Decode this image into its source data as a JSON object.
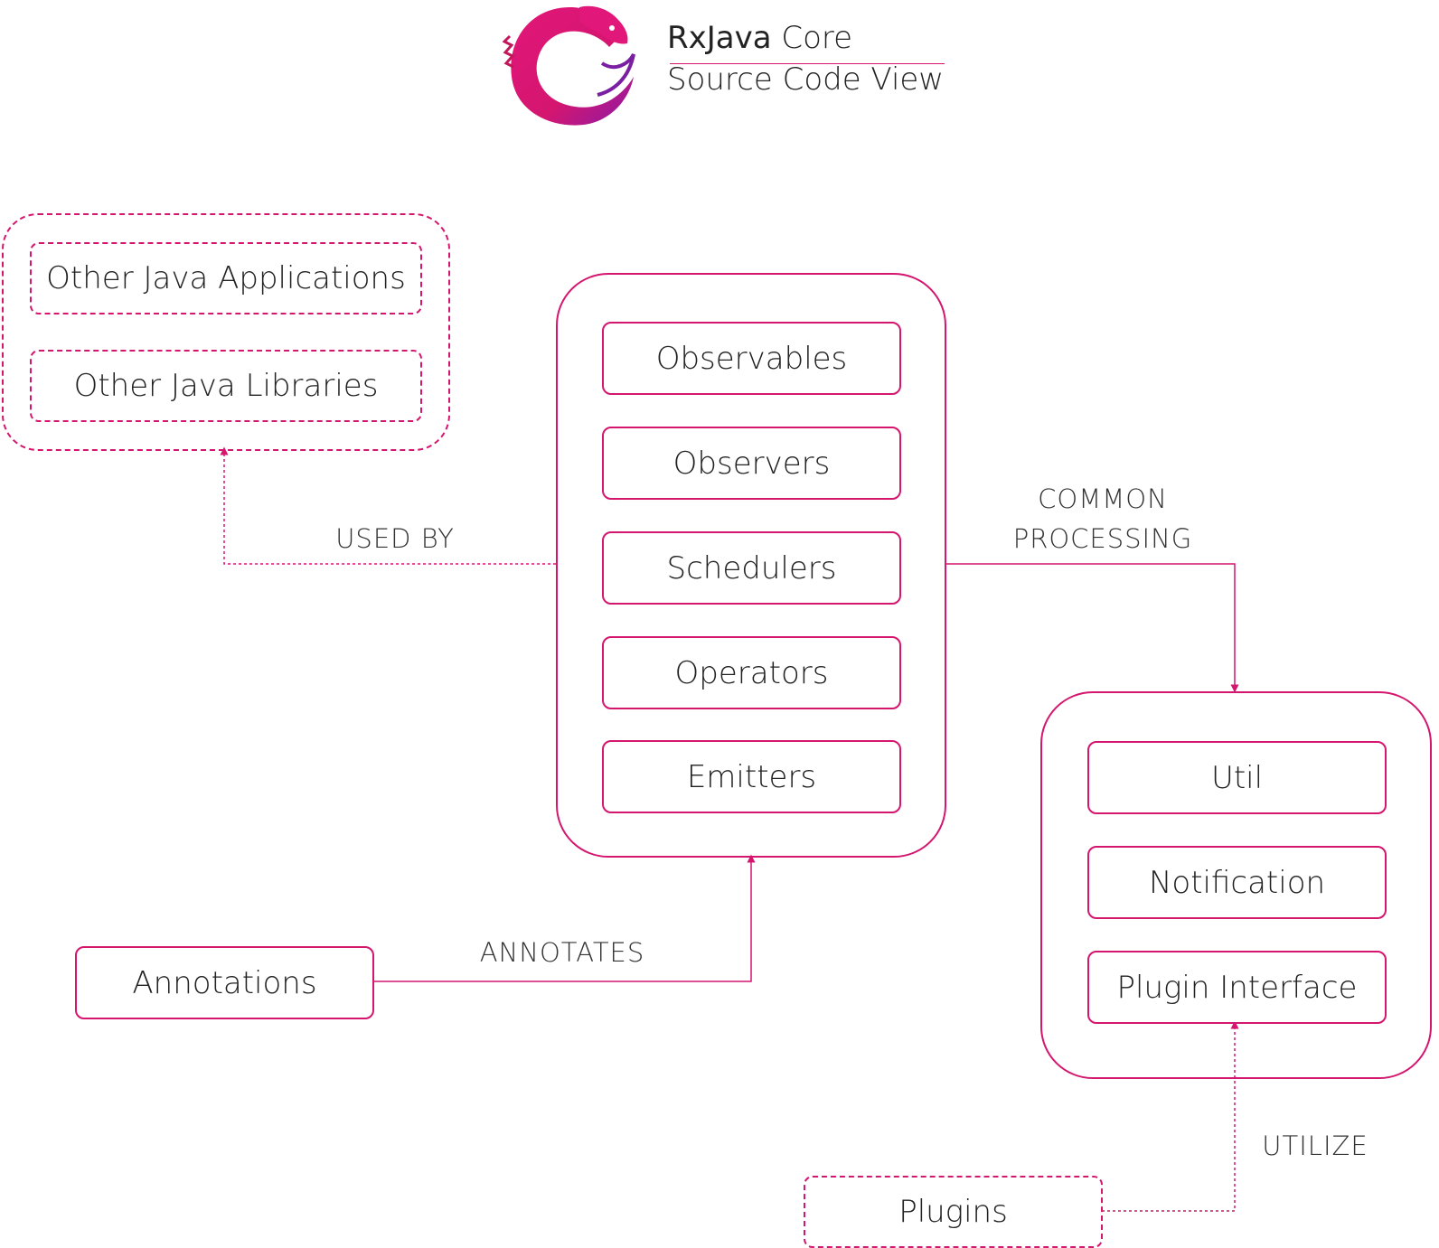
{
  "header": {
    "title_rx": "RxJava",
    "title_core": "Core",
    "subtitle": "Source Code View",
    "logo_icon": "reactivex-eel-logo",
    "accent_color": "#d4166f"
  },
  "consumers": {
    "items": [
      {
        "label": "Other Java Applications"
      },
      {
        "label": "Other Java Libraries"
      }
    ]
  },
  "core": {
    "items": [
      {
        "label": "Observables"
      },
      {
        "label": "Observers"
      },
      {
        "label": "Schedulers"
      },
      {
        "label": "Operators"
      },
      {
        "label": "Emitters"
      }
    ]
  },
  "common": {
    "items": [
      {
        "label": "Util"
      },
      {
        "label": "Notification"
      },
      {
        "label": "Plugin Interface"
      }
    ]
  },
  "annotations": {
    "label": "Annotations"
  },
  "plugins": {
    "label": "Plugins"
  },
  "edges": {
    "used_by": "USED BY",
    "common_processing_1": "COMMON",
    "common_processing_2": "PROCESSING",
    "annotates": "ANNOTATES",
    "utilize": "UTILIZE"
  }
}
